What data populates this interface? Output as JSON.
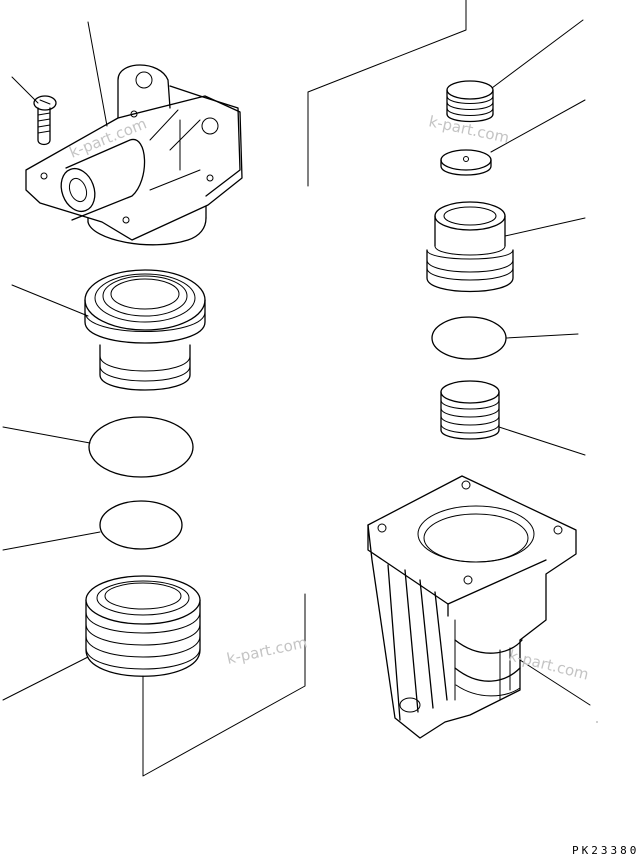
{
  "diagram": {
    "drawing_code": "PK23380",
    "watermarks": [
      "k-part.com",
      "k-part.com",
      "k-part.com",
      "k-part.com"
    ]
  }
}
